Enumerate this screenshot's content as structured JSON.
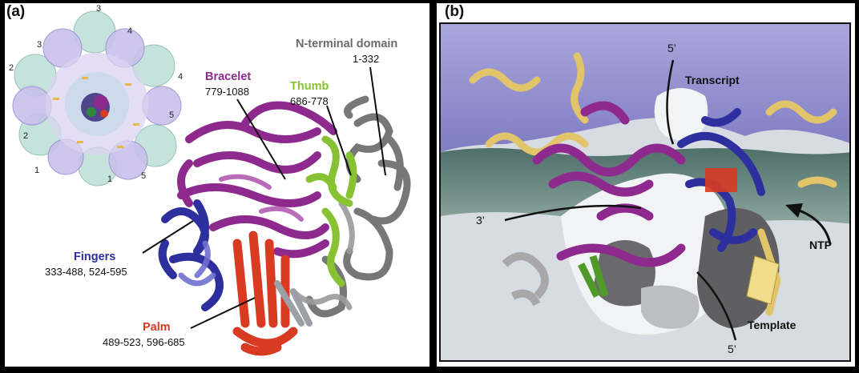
{
  "panel_a": {
    "label": "(a)",
    "hexamer_numbers": [
      "3",
      "4",
      "3",
      "4",
      "2",
      "5",
      "2",
      "5",
      "1",
      "1"
    ],
    "domains": [
      {
        "name": "N-terminal domain",
        "range": "1-332",
        "color": "#6b6b6b"
      },
      {
        "name": "Bracelet",
        "range": "779-1088",
        "color": "#8e2a8e"
      },
      {
        "name": "Thumb",
        "range": "686-778",
        "color": "#86c232"
      },
      {
        "name": "Fingers",
        "range": "333-488, 524-595",
        "color": "#2e2f9e"
      },
      {
        "name": "Palm",
        "range": "489-523, 596-685",
        "color": "#d83a22"
      }
    ]
  },
  "panel_b": {
    "label": "(b)",
    "labels": {
      "five_prime_top": "5’",
      "transcript": "Transcript",
      "three_prime": "3’",
      "ntp": "NTP",
      "template": "Template",
      "five_prime_bottom": "5’"
    }
  }
}
